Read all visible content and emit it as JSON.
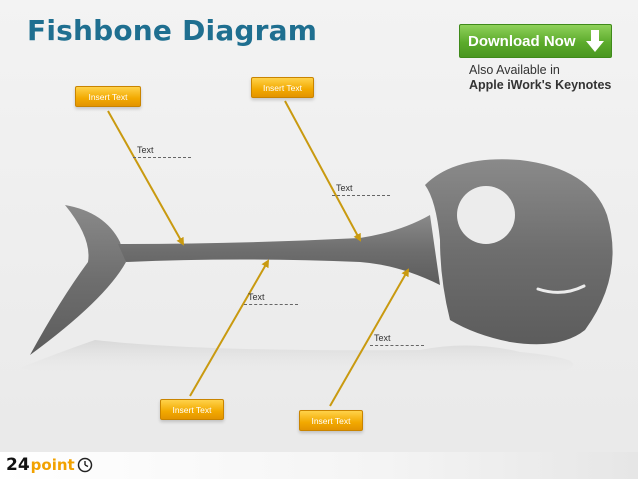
{
  "header": {
    "title": "Fishbone Diagram"
  },
  "download": {
    "label": "Download Now",
    "also_line1": "Also Available in",
    "also_line2": "Apple iWork's Keynotes"
  },
  "boxes": [
    "Insert Text",
    "Insert Text",
    "Insert Text",
    "Insert Text"
  ],
  "labels": [
    "Text",
    "Text",
    "Text",
    "Text"
  ],
  "logo": {
    "number": "24",
    "word": "point"
  },
  "colors": {
    "title": "#1f6f90",
    "accent": "#f2a900",
    "arrow": "#c99a10",
    "button": "#5cab2c",
    "fish": "#7a7a7a"
  }
}
